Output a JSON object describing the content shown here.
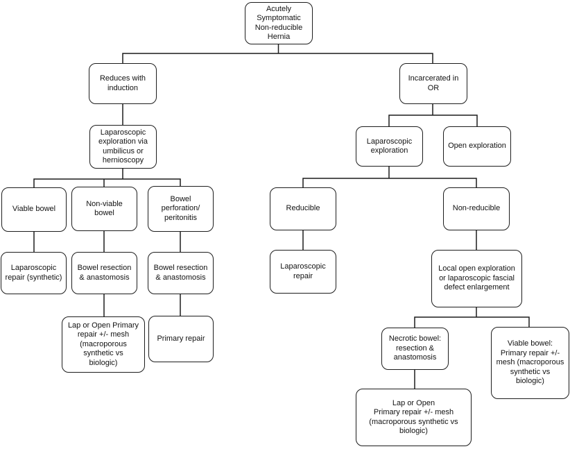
{
  "diagram": {
    "type": "flowchart",
    "title": "Acutely Symptomatic Non-reducible Hernia decision tree",
    "colors": {
      "line": "#1c1c1c",
      "box_border": "#1c1c1c",
      "box_background": "#ffffff",
      "text": "#111111"
    },
    "nodes": [
      {
        "id": "root",
        "label": "Acutely\nSymptomatic\nNon-reducible\nHernia"
      },
      {
        "id": "reduces-with-induction",
        "label": "Reduces with\ninduction"
      },
      {
        "id": "incarcerated-in-or",
        "label": "Incarcerated in\nOR"
      },
      {
        "id": "lap-exploration-umbilicus",
        "label": "Laparoscopic\nexploration via\numbilicus or\nhernioscopy"
      },
      {
        "id": "lap-exploration",
        "label": "Laparoscopic\nexploration"
      },
      {
        "id": "open-exploration",
        "label": "Open exploration"
      },
      {
        "id": "viable-bowel",
        "label": "Viable bowel"
      },
      {
        "id": "non-viable-bowel",
        "label": "Non-viable\nbowel"
      },
      {
        "id": "bowel-perforation",
        "label": "Bowel\nperforation/\nperitonitis"
      },
      {
        "id": "reducible",
        "label": "Reducible"
      },
      {
        "id": "non-reducible",
        "label": "Non-reducible"
      },
      {
        "id": "lap-repair-synthetic",
        "label": "Laparoscopic\nrepair (synthetic)"
      },
      {
        "id": "bowel-resection-1",
        "label": "Bowel resection\n& anastomosis"
      },
      {
        "id": "bowel-resection-2",
        "label": "Bowel resection\n& anastomosis"
      },
      {
        "id": "lap-repair",
        "label": "Laparoscopic\nrepair"
      },
      {
        "id": "local-open-exploration",
        "label": "Local open exploration\nor laparoscopic fascial\ndefect enlargement"
      },
      {
        "id": "lap-open-primary-mesh-1",
        "label": "Lap or Open Primary\nrepair +/- mesh\n(macroporous\nsynthetic vs\nbiologic)"
      },
      {
        "id": "primary-repair",
        "label": "Primary repair"
      },
      {
        "id": "necrotic-bowel",
        "label": "Necrotic bowel:\nresection &\nanastomosis"
      },
      {
        "id": "viable-bowel-primary",
        "label": "Viable bowel:\nPrimary repair +/-\nmesh (macroporous\nsynthetic vs\nbiologic)"
      },
      {
        "id": "lap-open-primary-mesh-2",
        "label": "Lap or Open\nPrimary repair +/- mesh\n(macroporous synthetic vs\nbiologic)"
      }
    ],
    "edges": [
      [
        "root",
        "reduces-with-induction"
      ],
      [
        "root",
        "incarcerated-in-or"
      ],
      [
        "reduces-with-induction",
        "lap-exploration-umbilicus"
      ],
      [
        "lap-exploration-umbilicus",
        "viable-bowel"
      ],
      [
        "lap-exploration-umbilicus",
        "non-viable-bowel"
      ],
      [
        "lap-exploration-umbilicus",
        "bowel-perforation"
      ],
      [
        "viable-bowel",
        "lap-repair-synthetic"
      ],
      [
        "non-viable-bowel",
        "bowel-resection-1"
      ],
      [
        "bowel-perforation",
        "bowel-resection-2"
      ],
      [
        "bowel-resection-1",
        "lap-open-primary-mesh-1"
      ],
      [
        "bowel-resection-2",
        "primary-repair"
      ],
      [
        "incarcerated-in-or",
        "lap-exploration"
      ],
      [
        "incarcerated-in-or",
        "open-exploration"
      ],
      [
        "lap-exploration",
        "reducible"
      ],
      [
        "lap-exploration",
        "non-reducible"
      ],
      [
        "reducible",
        "lap-repair"
      ],
      [
        "non-reducible",
        "local-open-exploration"
      ],
      [
        "local-open-exploration",
        "necrotic-bowel"
      ],
      [
        "local-open-exploration",
        "viable-bowel-primary"
      ],
      [
        "necrotic-bowel",
        "lap-open-primary-mesh-2"
      ]
    ]
  }
}
